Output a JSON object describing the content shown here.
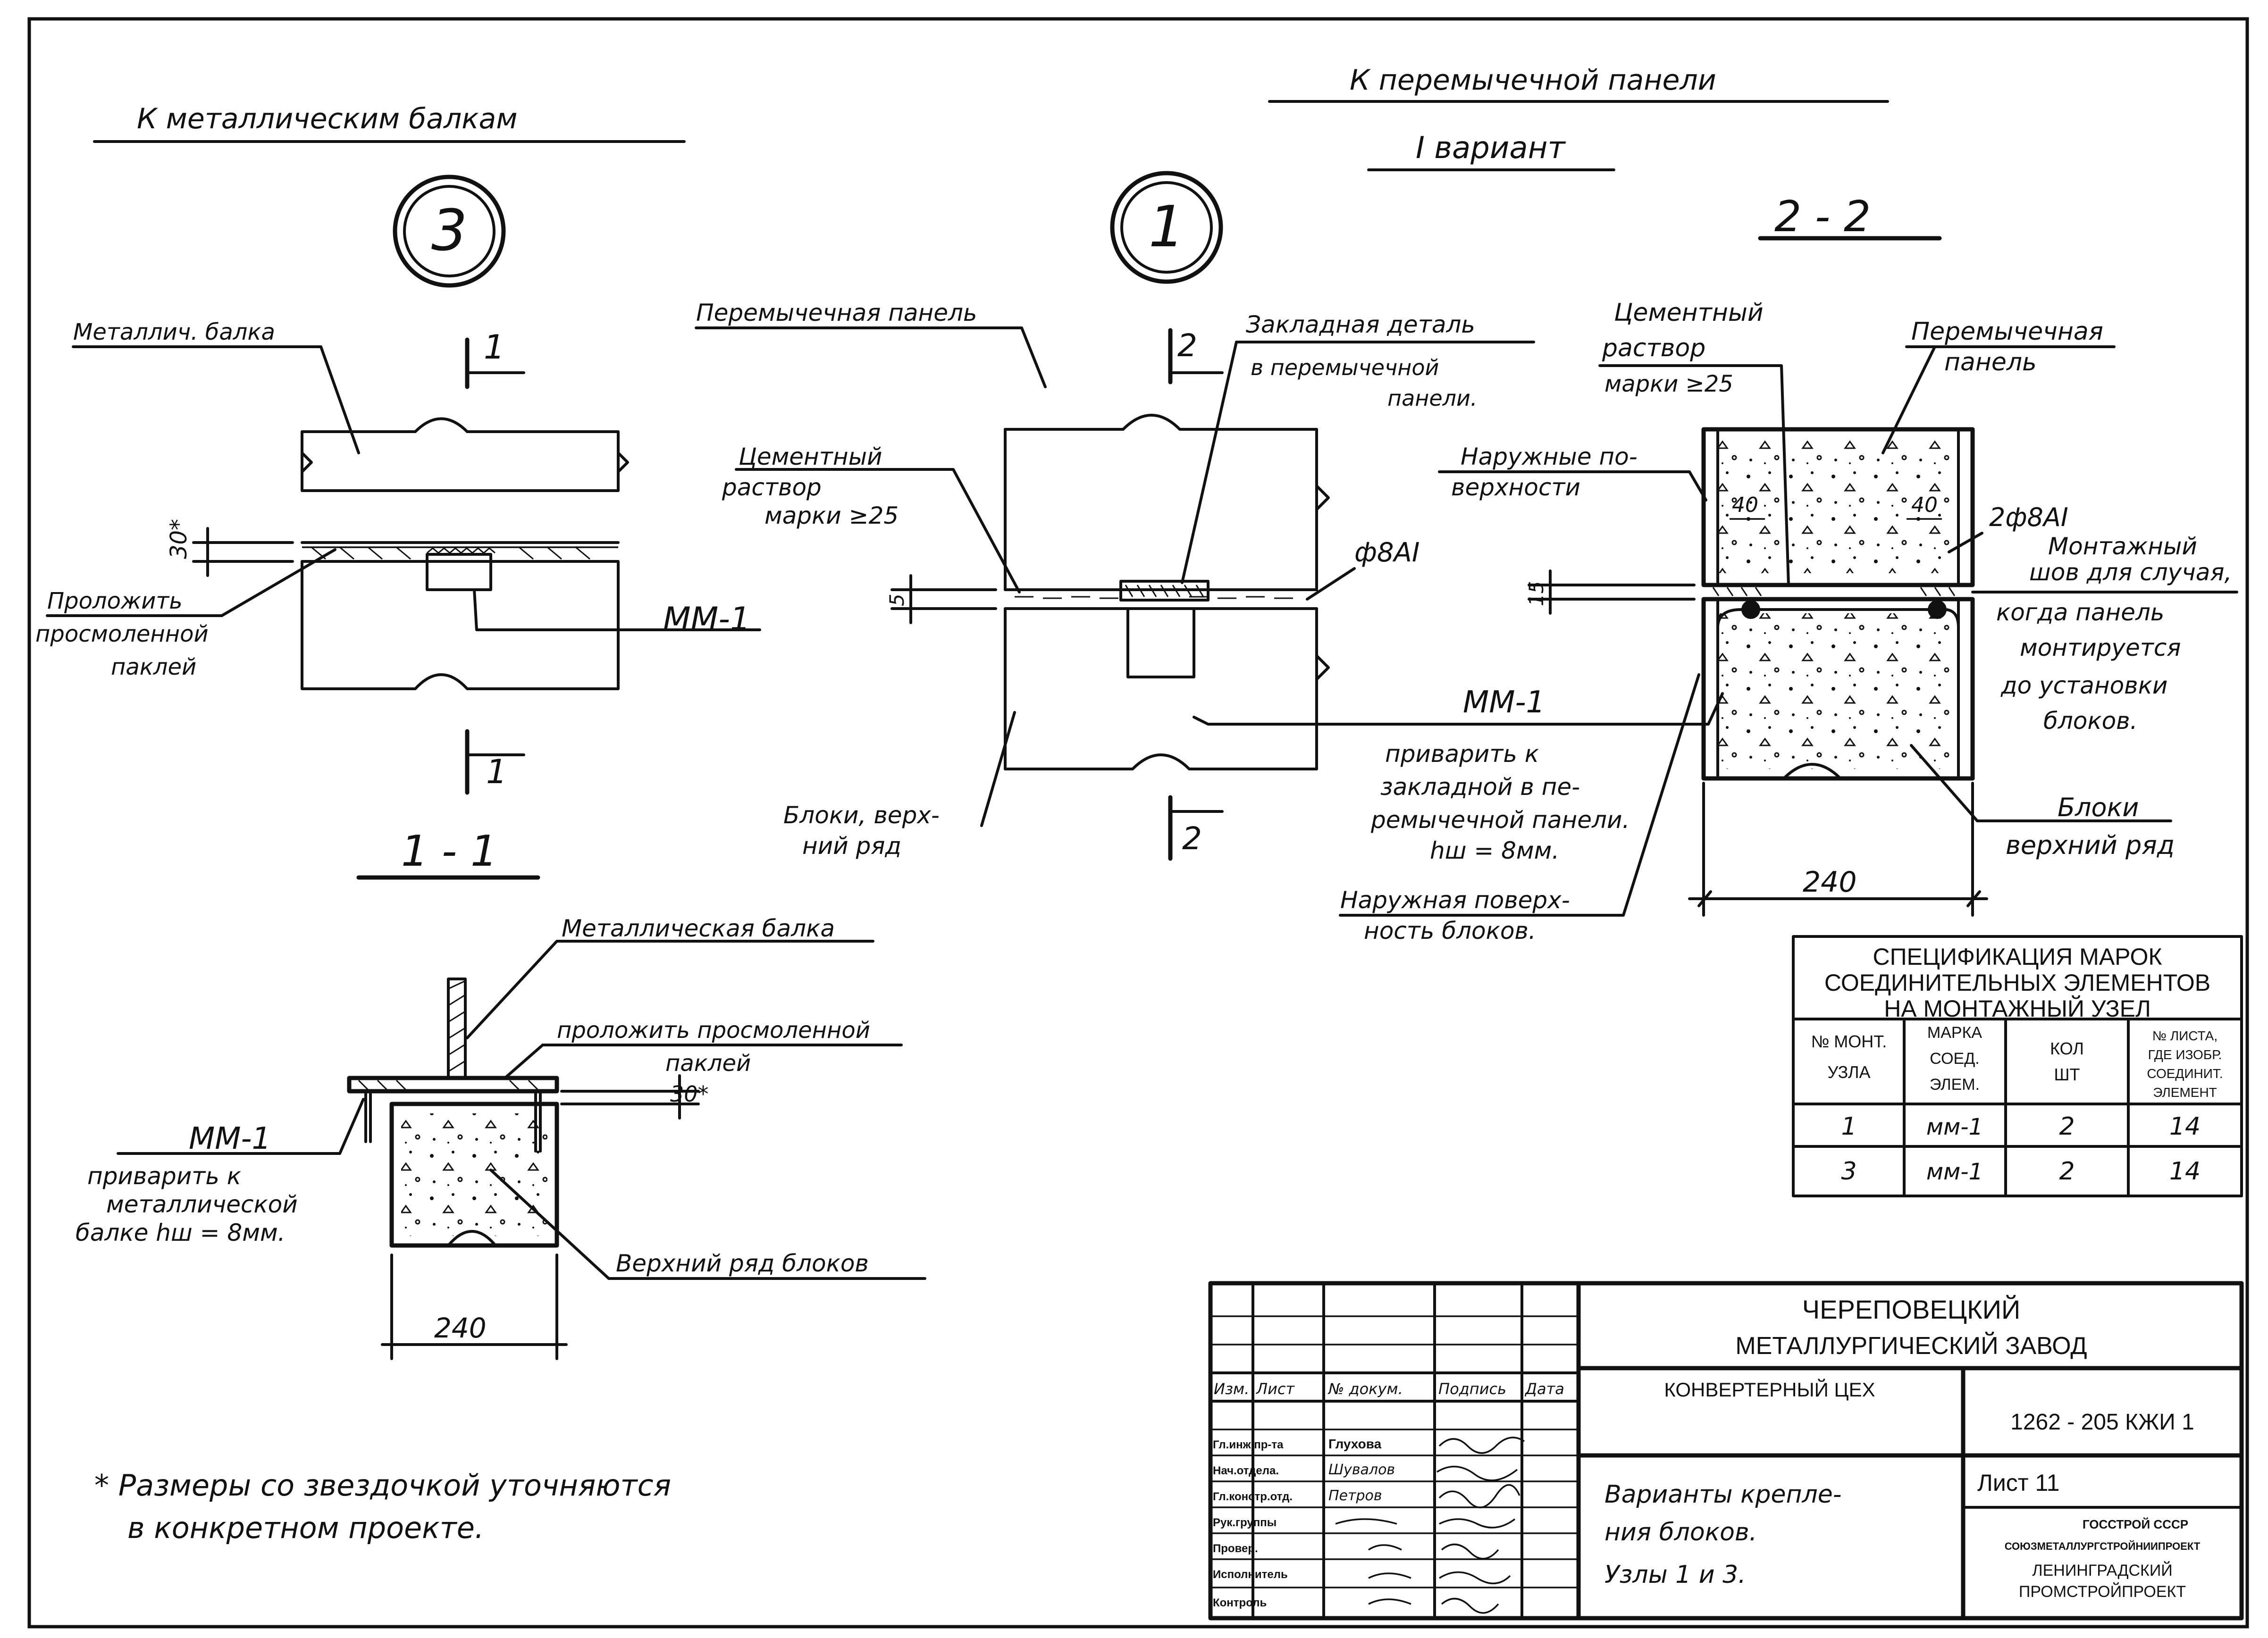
{
  "headings": {
    "metal_beams": "К металлическим балкам",
    "lintel_panel": "К перемычечной панели",
    "variant": "I вариант"
  },
  "nodes": {
    "node3": {
      "number": "3",
      "beam_label": "Металлич. балка",
      "cut_mark": "1",
      "dim_30": "30*",
      "lay_label_1": "Проложить",
      "lay_label_2": "просмоленной",
      "lay_label_3": "паклей",
      "element_mark": "ММ-1"
    },
    "node1": {
      "number": "1",
      "panel_label": "Перемычечная панель",
      "cut_mark": "2",
      "embed_label_1": "Закладная деталь",
      "embed_label_2": "в перемычечной",
      "embed_label_3": "панели.",
      "mortar_1": "Цементный",
      "mortar_2": "раствор",
      "mortar_3": "марки ≥25",
      "dim_5": "5",
      "rebar": "ф8АI",
      "blocks_1": "Блоки, верх-",
      "blocks_2": "ний ряд"
    },
    "section22": {
      "title": "2 - 2",
      "mortar_1": "Цементный",
      "mortar_2": "раствор",
      "mortar_3": "марки ≥25",
      "panel_1": "Перемычечная",
      "panel_2": "панель",
      "outer_1": "Наружные по-",
      "outer_2": "верхности",
      "dim_40a": "40",
      "dim_40b": "40",
      "rebar": "2ф8АI",
      "seam_1": "Монтажный",
      "seam_2": "шов для случая,",
      "seam_3": "когда панель",
      "seam_4": "монтируется",
      "seam_5": "до установки",
      "seam_6": "блоков.",
      "dim_15": "15",
      "mm1": "ММ-1",
      "weld_1": "приварить к",
      "weld_2": "закладной в пе-",
      "weld_3": "ремычечной панели.",
      "weld_4": "hш = 8мм.",
      "outer_blocks_1": "Наружная поверх-",
      "outer_blocks_2": "ность блоков.",
      "blocks_1": "Блоки",
      "blocks_2": "верхний ряд",
      "dim_240": "240"
    },
    "section11": {
      "title": "1 - 1",
      "beam_label": "Металлическая балка",
      "lay_1": "проложить просмоленной",
      "lay_2": "паклей",
      "dim_30": "30*",
      "mm1": "ММ-1",
      "weld_1": "приварить к",
      "weld_2": "металлической",
      "weld_3": "балке hш = 8мм.",
      "top_row": "Верхний ряд блоков",
      "dim_240": "240"
    }
  },
  "note": {
    "line1": "* Размеры со звездочкой уточняются",
    "line2": "в конкретном проекте."
  },
  "spec_table": {
    "title_1": "СПЕЦИФИКАЦИЯ МАРОК",
    "title_2": "СОЕДИНИТЕЛЬНЫХ ЭЛЕМЕНТОВ",
    "title_3": "НА МОНТАЖНЫЙ УЗЕЛ",
    "headers": [
      [
        "№ МОНТ.",
        "УЗЛА"
      ],
      [
        "МАРКА",
        "СОЕД.",
        "ЭЛЕМ."
      ],
      [
        "КОЛ",
        "ШТ"
      ],
      [
        "№ ЛИСТА,",
        "ГДЕ ИЗОБР.",
        "СОЕДИНИТ.",
        "ЭЛЕМЕНТ"
      ]
    ],
    "rows": [
      [
        "1",
        "мм-1",
        "2",
        "14"
      ],
      [
        "3",
        "мм-1",
        "2",
        "14"
      ]
    ]
  },
  "title_block": {
    "org_1": "ЧЕРЕПОВЕЦКИЙ",
    "org_2": "МЕТАЛЛУРГИЧЕСКИЙ ЗАВОД",
    "shop": "КОНВЕРТЕРНЫЙ ЦЕХ",
    "code": "1262 - 205 КЖИ 1",
    "sheet": "Лист 11",
    "drawing_1": "Варианты крепле-",
    "drawing_2": "ния блоков.",
    "drawing_3": "Узлы 1 и 3.",
    "inst_1": "ГОССТРОЙ СССР",
    "inst_2": "СОЮЗМЕТАЛЛУРГСТРОЙНИИПРОЕКТ",
    "inst_3": "ЛЕНИНГРАДСКИЙ",
    "inst_4": "ПРОМСТРОЙПРОЕКТ",
    "col_headers": [
      "Изм.",
      "Лист",
      "№ докум.",
      "Подпись",
      "Дата"
    ],
    "roles": [
      "Гл.инж.пр-та",
      "Нач.отдела.",
      "Гл.констр.отд.",
      "Рук.группы",
      "Провер.",
      "Исполнитель",
      "Контроль"
    ],
    "names": [
      "Глухова",
      "Шувалов",
      "Петров",
      "",
      "",
      "",
      ""
    ]
  }
}
